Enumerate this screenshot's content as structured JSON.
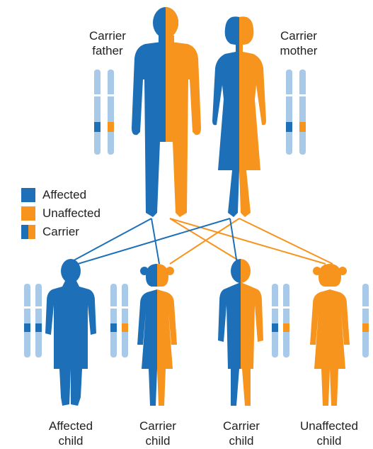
{
  "colors": {
    "affected": "#1d70b8",
    "unaffected": "#f7941d",
    "chromosome": "#a9c9e8",
    "line": "#222222"
  },
  "parents": {
    "father": {
      "line1": "Carrier",
      "line2": "father"
    },
    "mother": {
      "line1": "Carrier",
      "line2": "mother"
    }
  },
  "legend": [
    {
      "key": "affected",
      "label": "Affected"
    },
    {
      "key": "unaffected",
      "label": "Unaffected"
    },
    {
      "key": "carrier",
      "label": "Carrier"
    }
  ],
  "children": [
    {
      "line1": "Affected",
      "line2": "child",
      "status": "affected",
      "sex": "male"
    },
    {
      "line1": "Carrier",
      "line2": "child",
      "status": "carrier",
      "sex": "female"
    },
    {
      "line1": "Carrier",
      "line2": "child",
      "status": "carrier",
      "sex": "male"
    },
    {
      "line1": "Unaffected",
      "line2": "child",
      "status": "unaffected",
      "sex": "female"
    }
  ]
}
